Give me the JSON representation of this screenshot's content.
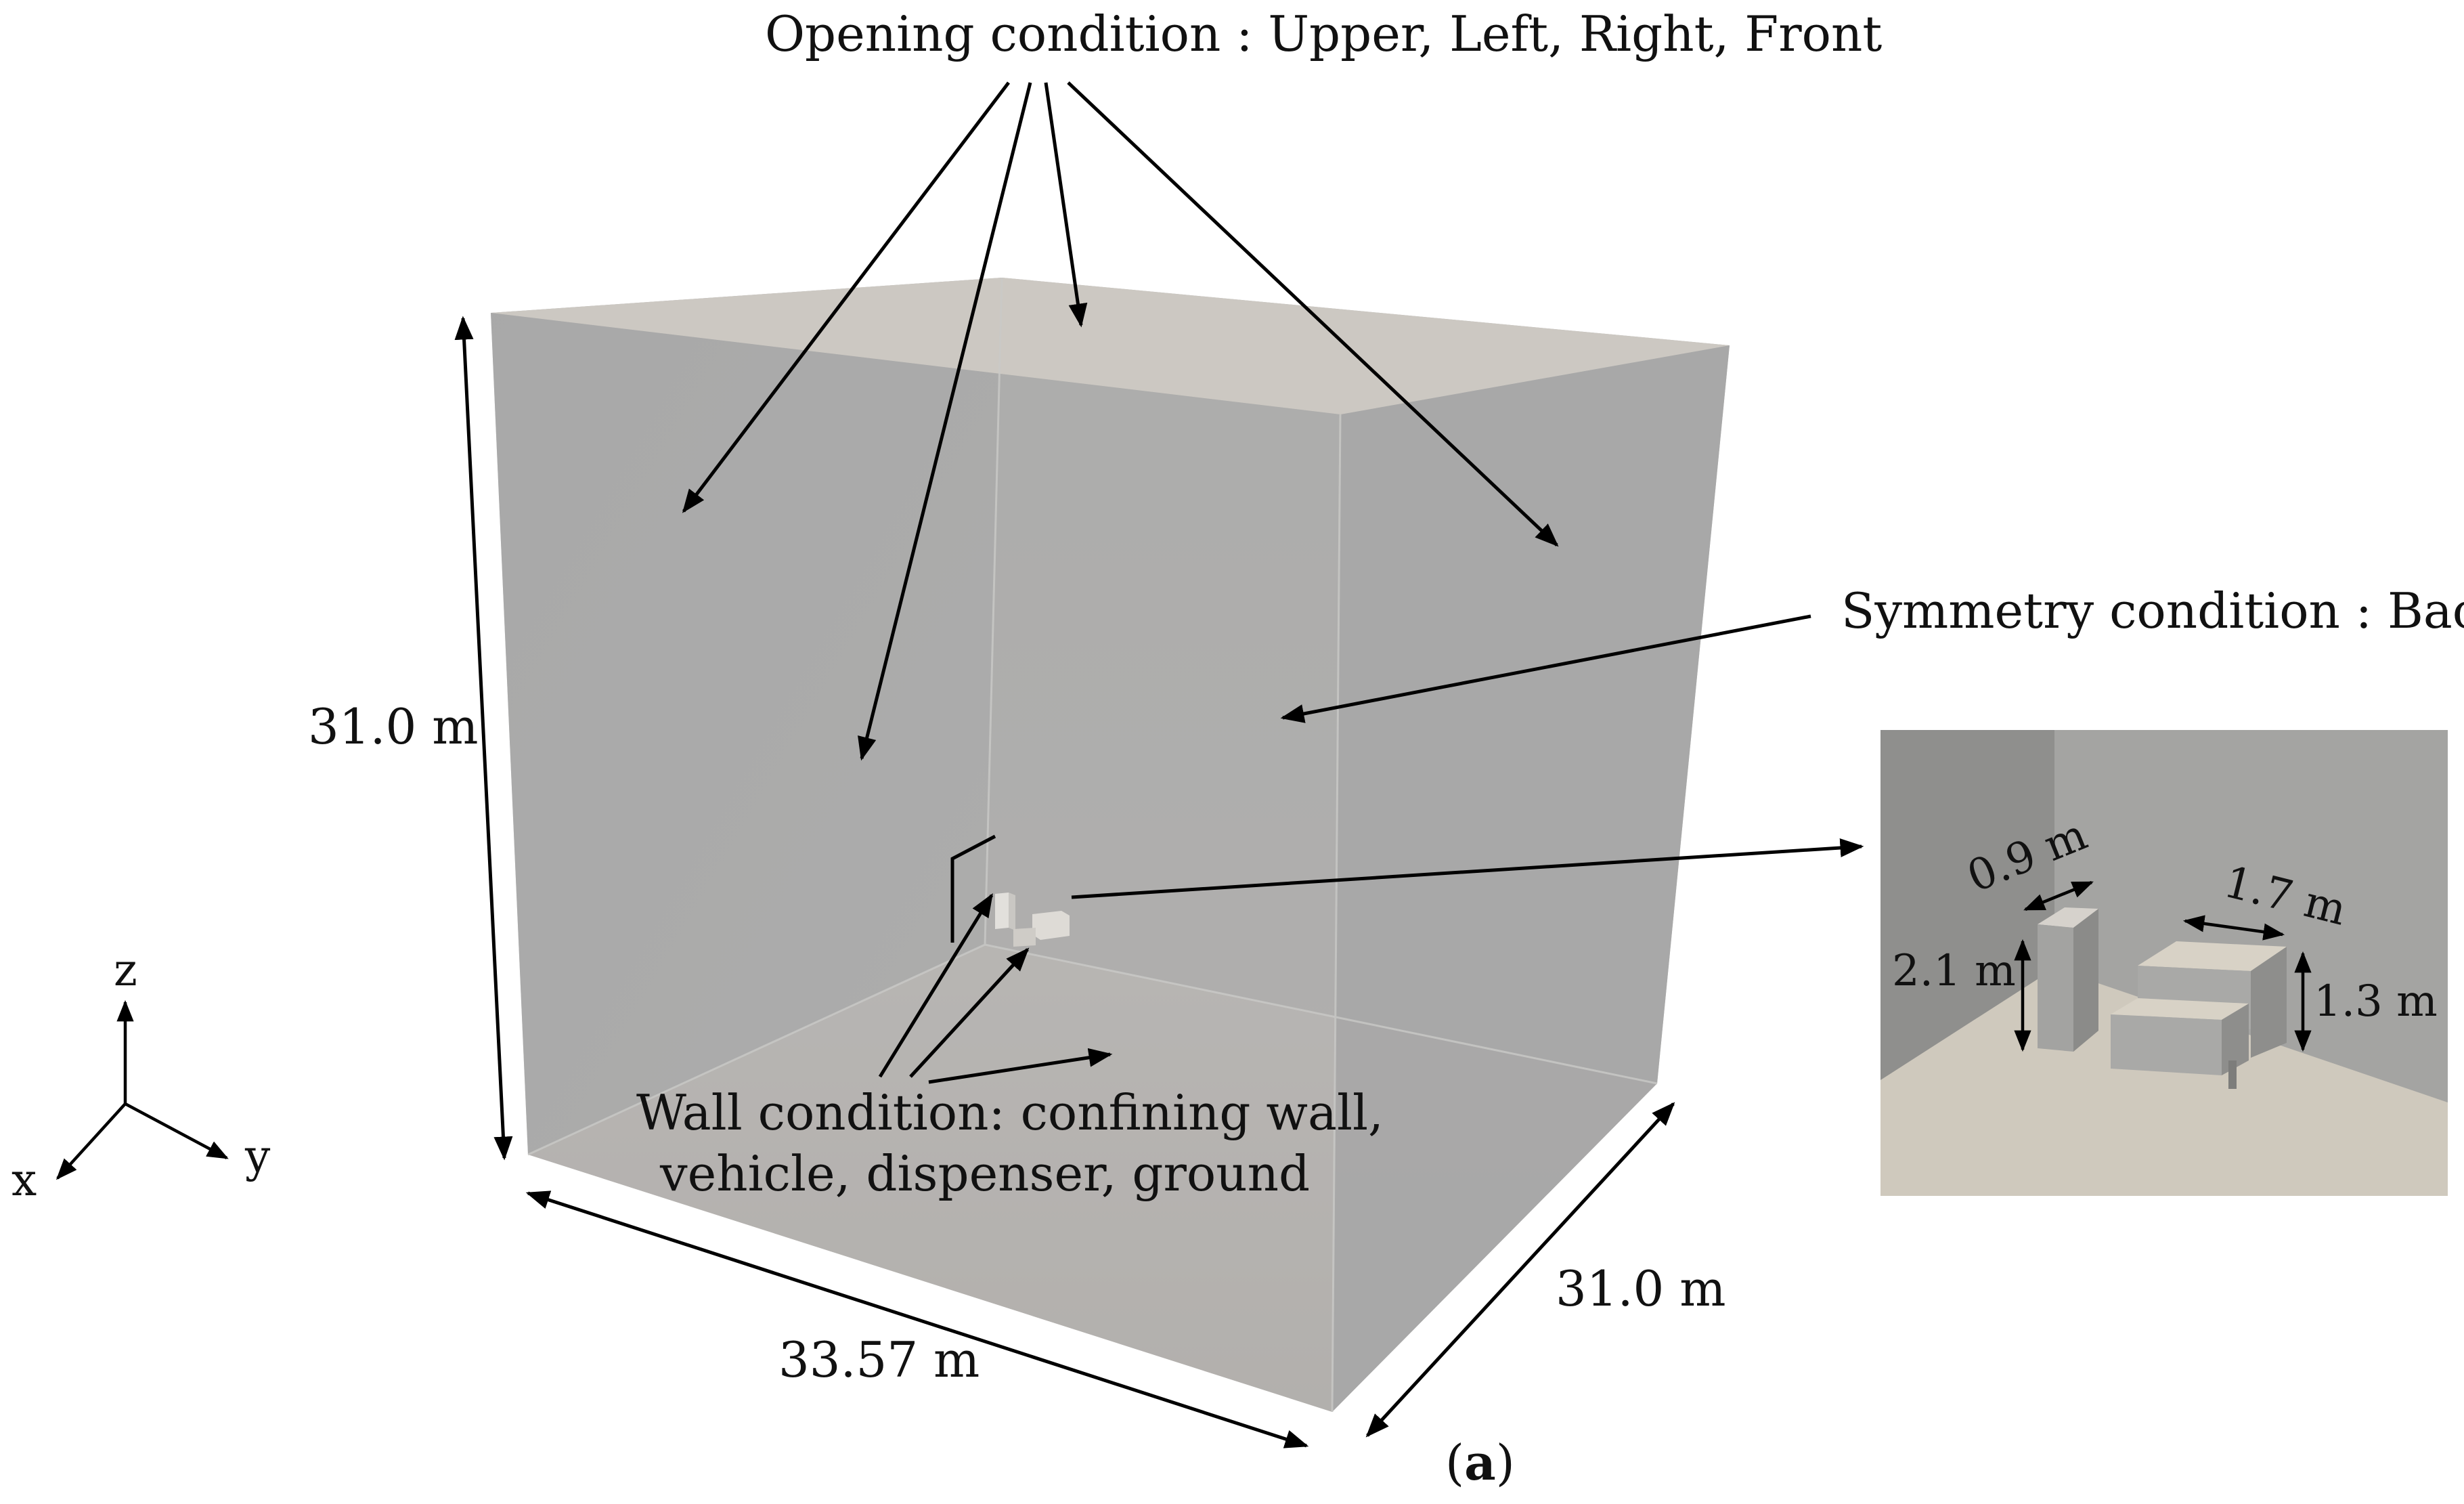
{
  "labels": {
    "opening": "Opening condition : Upper, Left, Right, Front",
    "symmetry": "Symmetry condition : Back",
    "wall_line1": "Wall condition: confining wall,",
    "wall_line2": "vehicle, dispenser, ground",
    "height": "31.0 m",
    "length": "33.57 m",
    "depth": "31.0 m",
    "caption_open": "(",
    "caption_letter": "a",
    "caption_close": ")"
  },
  "axes": {
    "z": "z",
    "x": "x",
    "y": "y"
  },
  "inset": {
    "dispenser_width": "0.9 m",
    "dispenser_height": "2.1 m",
    "vehicle_width": "1.7 m",
    "vehicle_height": "1.3 m"
  },
  "colors": {
    "top_face": "#cdc9c3",
    "left_face": "#acacac",
    "back_face": "#b4b4b3",
    "right_face": "#a9a9a9",
    "floor": "#c4bfb9",
    "inset_wall": "#9c9c9a",
    "inset_floor": "#cfc9bd"
  }
}
